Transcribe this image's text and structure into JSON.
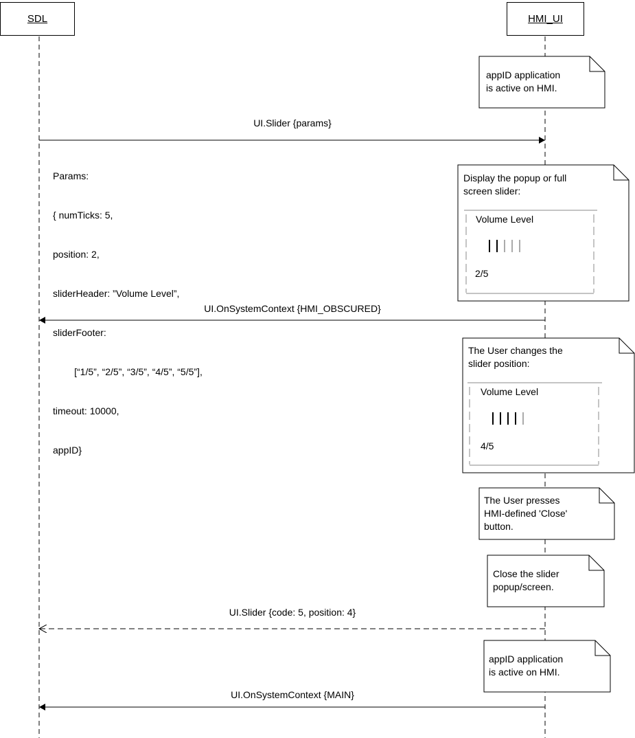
{
  "actors": {
    "left": "SDL",
    "right": "HMI_UI"
  },
  "notes": {
    "active1": [
      "appID application",
      "is active on HMI."
    ],
    "display": [
      "Display the popup or full",
      "screen slider:"
    ],
    "user_changes": [
      "The User changes the",
      "slider position:"
    ],
    "user_presses": [
      "The User presses",
      "HMI-defined 'Close'",
      "button."
    ],
    "close": [
      "Close the slider",
      "popup/screen."
    ],
    "active2": [
      "appID application",
      "is active on HMI."
    ]
  },
  "messages": {
    "m1": "UI.Slider {params}",
    "m2": "UI.OnSystemContext {HMI_OBSCURED}",
    "m3": "UI.Slider {code: 5, position: 4}",
    "m4": "UI.OnSystemContext {MAIN}"
  },
  "params": {
    "lines": [
      "Params:",
      "{ numTicks: 5,",
      "position: 2,",
      "sliderHeader: ”Volume Level”,",
      "sliderFooter:",
      "        [“1/5”, “2/5”, “3/5”, “4/5”, “5/5”],",
      "timeout: 10000,",
      "appID}"
    ]
  },
  "slider1": {
    "header": "Volume Level",
    "footer": "2/5",
    "num_ticks": 5,
    "position": 2
  },
  "slider2": {
    "header": "Volume Level",
    "footer": "4/5",
    "num_ticks": 5,
    "position": 4
  },
  "colors": {
    "line": "#000000",
    "tick_active": "#000000",
    "tick_inactive": "#aaaaaa",
    "mock_border": "#888888"
  }
}
